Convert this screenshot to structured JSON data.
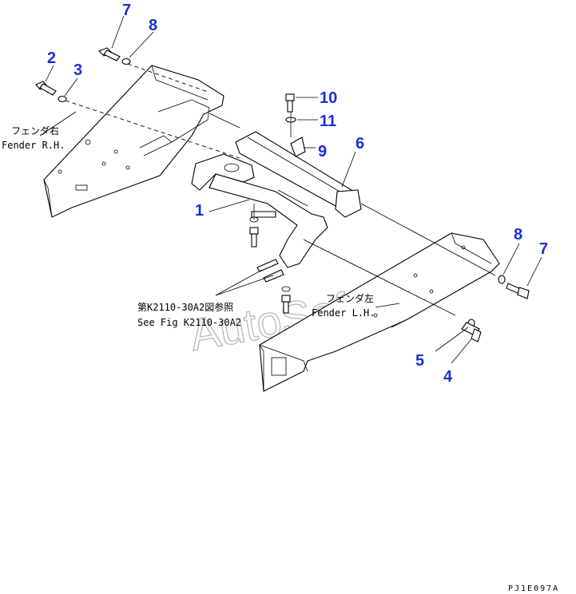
{
  "callouts": [
    "1",
    "2",
    "3",
    "4",
    "5",
    "6",
    "7",
    "8",
    "9",
    "10",
    "11"
  ],
  "labels": {
    "fender_rh_jp": "フェンダ右",
    "fender_rh_en": "Fender R.H.",
    "fender_lh_jp": "フェンダ左",
    "fender_lh_en": "Fender L.H.",
    "see_fig_jp": "第K2110-30A2図参照",
    "see_fig_en": "See Fig K2110-30A2"
  },
  "watermark": "AutoSoft",
  "drawing_code": "PJ1E097A",
  "colors": {
    "callout": "#1a2fd6",
    "line": "#000000",
    "watermark": "#bdbdbd"
  }
}
